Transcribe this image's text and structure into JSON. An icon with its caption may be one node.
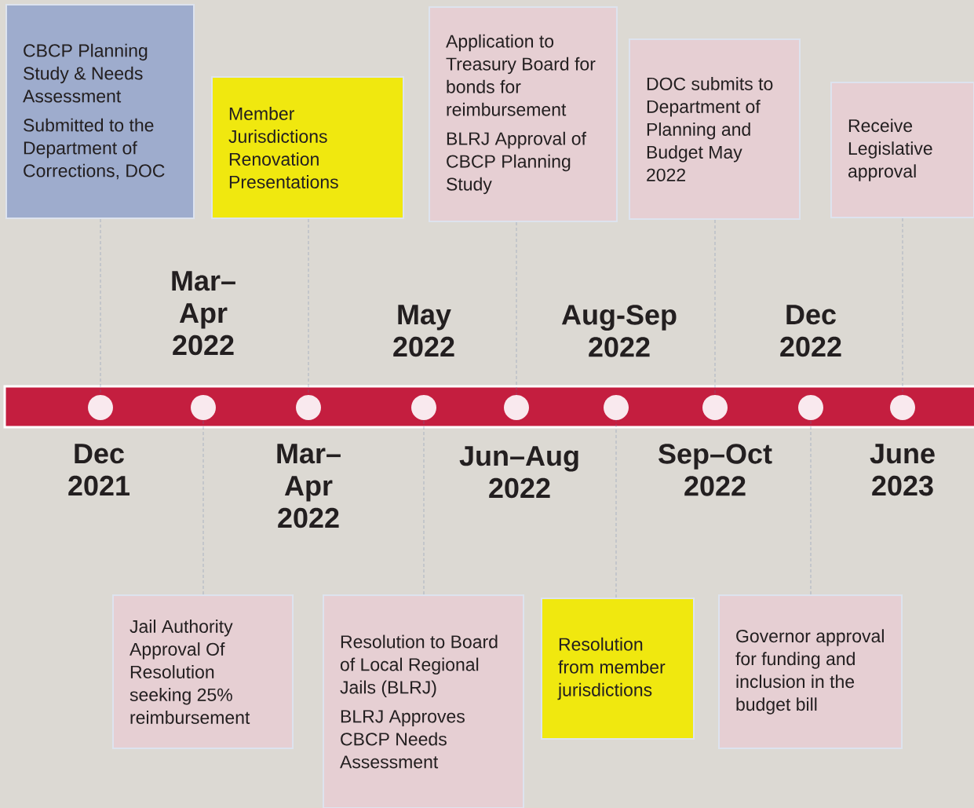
{
  "diagram": {
    "nodes": [
      {
        "text": [
          "CBCP Planning Study & Needs Assessment",
          "Submitted to the Department of Corrections, DOC"
        ]
      },
      {
        "text": [
          "Member Jurisdictions Renovation Presentations"
        ]
      },
      {
        "text": [
          "Application to Treasury Board for bonds for reimbursement",
          "BLRJ Approval of CBCP Planning Study"
        ]
      },
      {
        "text": [
          "DOC submits to Department of Planning and Budget May 2022"
        ]
      },
      {
        "text": [
          "Receive Legislative approval"
        ]
      },
      {
        "text": [
          "Jail Authority Approval Of Resolution seeking 25% reimbursement"
        ]
      },
      {
        "text": [
          "Resolution to Board of Local Regional Jails (BLRJ)",
          "BLRJ Approves CBCP Needs Assessment"
        ]
      },
      {
        "text": [
          "Resolution from member jurisdictions"
        ]
      },
      {
        "text": [
          "Governor approval for funding and inclusion in the budget bill"
        ]
      },
      {
        "text": [],
        "shape": "circle"
      },
      {
        "text": [],
        "shape": "circle"
      },
      {
        "text": [],
        "shape": "circle"
      },
      {
        "text": [],
        "shape": "circle"
      },
      {
        "text": [],
        "shape": "circle"
      },
      {
        "text": [],
        "shape": "circle"
      },
      {
        "text": [],
        "shape": "circle"
      },
      {
        "text": [],
        "shape": "circle"
      },
      {
        "text": [],
        "shape": "circle"
      }
    ],
    "edges": [
      {
        "from": 0,
        "to": 9,
        "arrow": "none",
        "style": "dashed"
      },
      {
        "from": 1,
        "to": 11,
        "arrow": "none",
        "style": "dashed"
      },
      {
        "from": 2,
        "to": 13,
        "arrow": "none",
        "style": "dashed"
      },
      {
        "from": 3,
        "to": 15,
        "arrow": "none",
        "style": "dashed"
      },
      {
        "from": 4,
        "to": 17,
        "arrow": "none",
        "style": "dashed"
      },
      {
        "from": 5,
        "to": 10,
        "arrow": "none",
        "style": "dashed"
      },
      {
        "from": 6,
        "to": 12,
        "arrow": "none",
        "style": "dashed"
      },
      {
        "from": 7,
        "to": 14,
        "arrow": "none",
        "style": "dashed"
      },
      {
        "from": 8,
        "to": 16,
        "arrow": "none",
        "style": "dashed"
      }
    ],
    "labels": [
      "Mar– Apr 2022",
      "May 2022",
      "Aug-Sep 2022",
      "Dec 2022",
      "Dec 2021",
      "Mar– Apr 2022",
      "Jun–Aug 2022",
      "Sep–Oct 2022",
      "June 2023"
    ]
  }
}
